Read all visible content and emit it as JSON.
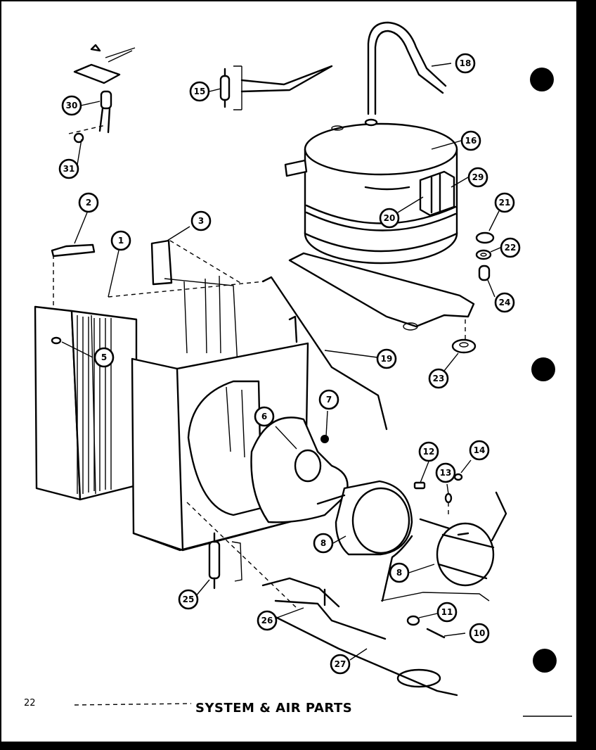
{
  "page_number": "22",
  "caption": "SYSTEM & AIR PARTS",
  "callouts": [
    {
      "id": "c1",
      "label": "1"
    },
    {
      "id": "c2",
      "label": "2"
    },
    {
      "id": "c3",
      "label": "3"
    },
    {
      "id": "c5",
      "label": "5"
    },
    {
      "id": "c6",
      "label": "6"
    },
    {
      "id": "c7",
      "label": "7"
    },
    {
      "id": "c8a",
      "label": "8"
    },
    {
      "id": "c8b",
      "label": "8"
    },
    {
      "id": "c10",
      "label": "10"
    },
    {
      "id": "c11",
      "label": "11"
    },
    {
      "id": "c12",
      "label": "12"
    },
    {
      "id": "c13",
      "label": "13"
    },
    {
      "id": "c14",
      "label": "14"
    },
    {
      "id": "c15",
      "label": "15"
    },
    {
      "id": "c16",
      "label": "16"
    },
    {
      "id": "c18",
      "label": "18"
    },
    {
      "id": "c19",
      "label": "19"
    },
    {
      "id": "c20",
      "label": "20"
    },
    {
      "id": "c21",
      "label": "21"
    },
    {
      "id": "c22",
      "label": "22"
    },
    {
      "id": "c23",
      "label": "23"
    },
    {
      "id": "c24",
      "label": "24"
    },
    {
      "id": "c25",
      "label": "25"
    },
    {
      "id": "c26",
      "label": "26"
    },
    {
      "id": "c27",
      "label": "27"
    },
    {
      "id": "c29",
      "label": "29"
    },
    {
      "id": "c30",
      "label": "30"
    },
    {
      "id": "c31",
      "label": "31"
    }
  ]
}
